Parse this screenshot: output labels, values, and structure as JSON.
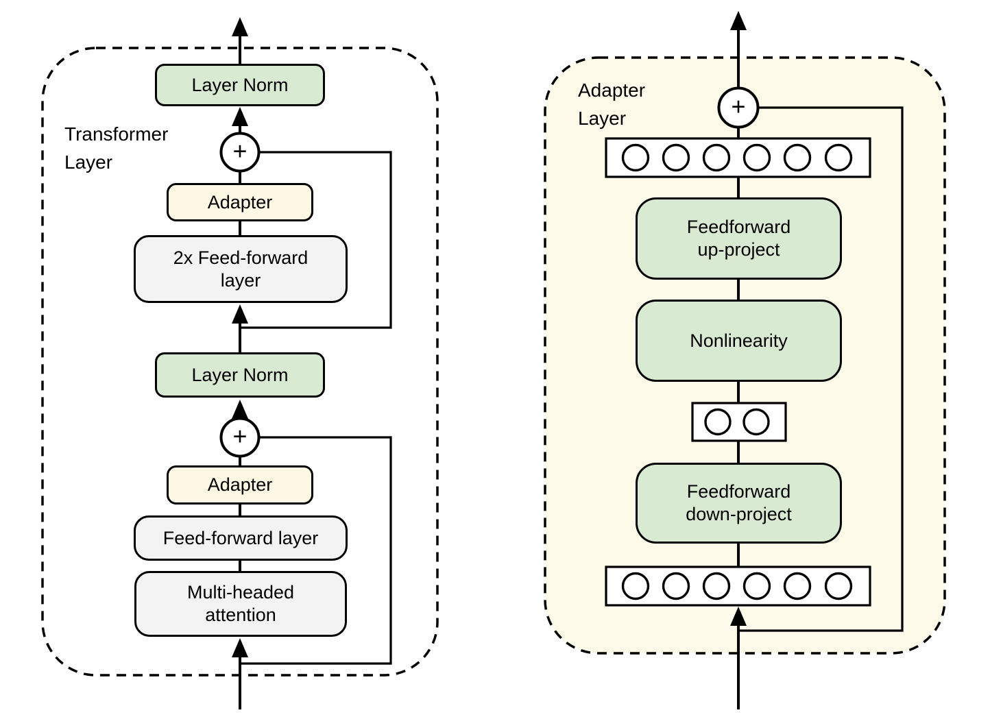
{
  "figure": {
    "left_panel": {
      "title": "Transformer\nLayer",
      "layer_norm_top": "Layer Norm",
      "adapter_top": "Adapter",
      "feed_forward_2x": "2x Feed-forward\nlayer",
      "layer_norm_bottom": "Layer Norm",
      "adapter_bottom": "Adapter",
      "feed_forward": "Feed-forward layer",
      "multi_headed_attention": "Multi-headed\nattention"
    },
    "right_panel": {
      "title": "Adapter\nLayer",
      "feedforward_up_project": "Feedforward\nup-project",
      "nonlinearity": "Nonlinearity",
      "feedforward_down_project": "Feedforward\ndown-project"
    },
    "symbols": {
      "plus": "+"
    },
    "colors": {
      "box_green": "#d9ead3",
      "box_yellow": "#fdf8e3",
      "box_gray": "#f3f3f3",
      "adapter_panel_bg": "#fdfaea",
      "stroke": "#000000"
    }
  }
}
